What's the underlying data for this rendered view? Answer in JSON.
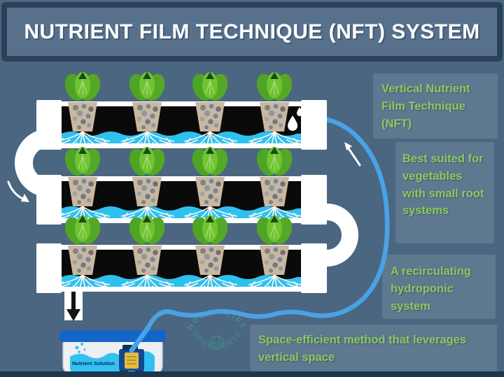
{
  "title": "NUTRIENT FILM TECHNIQUE (NFT) SYSTEM",
  "annotations": [
    {
      "id": "vertical-nft",
      "text": "Vertical Nutrient Film Technique (NFT)"
    },
    {
      "id": "best-suited",
      "text": "Best suited for vegetables with small root systems"
    },
    {
      "id": "recirculating",
      "text": "A recirculating hydroponic system"
    },
    {
      "id": "space-efficient",
      "text": "Space-efficient method that leverages vertical space"
    }
  ],
  "diagram": {
    "channel_count": 3,
    "plants_per_channel": 4,
    "reservoir_label": "Nutrient Solution",
    "flow_icons": [
      "water-drip-icon",
      "down-arrow-icon",
      "flow-arrow-icon",
      "recirculation-tube",
      "pump-icon"
    ]
  },
  "watermark": {
    "top_arc": "HOMEY LIFE",
    "bottom_arc": "HOBBY CENTER"
  },
  "colors": {
    "background": "#4b6681",
    "banner_fill": "#57718c",
    "banner_border": "#2b4157",
    "note_fill": "#5e7890",
    "accent_green": "#8cc95f",
    "water_cyan": "#2ec1ef",
    "tube_blue": "#4aa2e6",
    "lid_blue": "#1565c8",
    "label_navy": "#0a2a66",
    "lettuce_green": "#5cb22a",
    "pot_tan": "#cbb79c"
  }
}
